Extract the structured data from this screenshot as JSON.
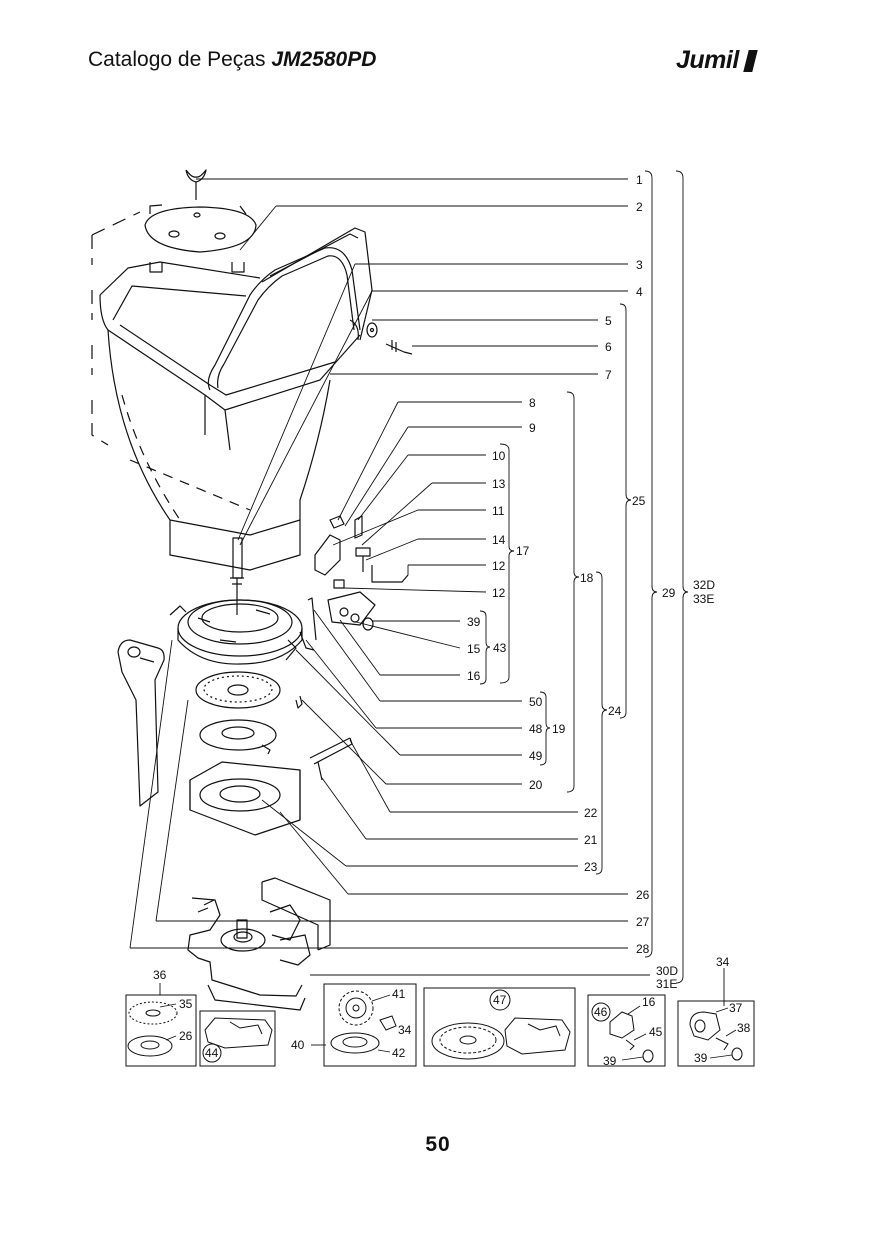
{
  "header": {
    "title_prefix": "Catalogo de Peças",
    "model": "JM2580PD",
    "brand": "Jumil"
  },
  "page_number": "50",
  "callouts": [
    {
      "id": "c1",
      "text": "1"
    },
    {
      "id": "c2",
      "text": "2"
    },
    {
      "id": "c3",
      "text": "3"
    },
    {
      "id": "c4",
      "text": "4"
    },
    {
      "id": "c5",
      "text": "5"
    },
    {
      "id": "c6",
      "text": "6"
    },
    {
      "id": "c7",
      "text": "7"
    },
    {
      "id": "c8",
      "text": "8"
    },
    {
      "id": "c9",
      "text": "9"
    },
    {
      "id": "c10",
      "text": "10"
    },
    {
      "id": "c13",
      "text": "13"
    },
    {
      "id": "c11",
      "text": "11"
    },
    {
      "id": "c14",
      "text": "14"
    },
    {
      "id": "c12a",
      "text": "12"
    },
    {
      "id": "c12b",
      "text": "12"
    },
    {
      "id": "c39a",
      "text": "39"
    },
    {
      "id": "c15",
      "text": "15"
    },
    {
      "id": "c16a",
      "text": "16"
    },
    {
      "id": "c50",
      "text": "50"
    },
    {
      "id": "c48",
      "text": "48"
    },
    {
      "id": "c49",
      "text": "49"
    },
    {
      "id": "c20",
      "text": "20"
    },
    {
      "id": "c22",
      "text": "22"
    },
    {
      "id": "c21",
      "text": "21"
    },
    {
      "id": "c23",
      "text": "23"
    },
    {
      "id": "c26a",
      "text": "26"
    },
    {
      "id": "c27",
      "text": "27"
    },
    {
      "id": "c28",
      "text": "28"
    },
    {
      "id": "c30d",
      "text": "30D"
    },
    {
      "id": "c31e",
      "text": "31E"
    }
  ],
  "groups": [
    {
      "id": "g17",
      "text": "17"
    },
    {
      "id": "g43",
      "text": "43"
    },
    {
      "id": "g19",
      "text": "19"
    },
    {
      "id": "g18",
      "text": "18"
    },
    {
      "id": "g25",
      "text": "25"
    },
    {
      "id": "g24",
      "text": "24"
    },
    {
      "id": "g29",
      "text": "29"
    },
    {
      "id": "g32d",
      "text": "32D"
    },
    {
      "id": "g33e",
      "text": "33E"
    }
  ],
  "detail_boxes": {
    "box36": {
      "title": "36",
      "labels": [
        "35",
        "26"
      ]
    },
    "box44": {
      "title": "44"
    },
    "box40": {
      "outside_label": "40",
      "labels": [
        "41",
        "34",
        "42"
      ]
    },
    "box47": {
      "title": "47"
    },
    "box46": {
      "title": "46",
      "labels": [
        "16",
        "45",
        "39"
      ]
    },
    "box34": {
      "outside_label": "34",
      "labels": [
        "37",
        "38",
        "39"
      ]
    }
  }
}
